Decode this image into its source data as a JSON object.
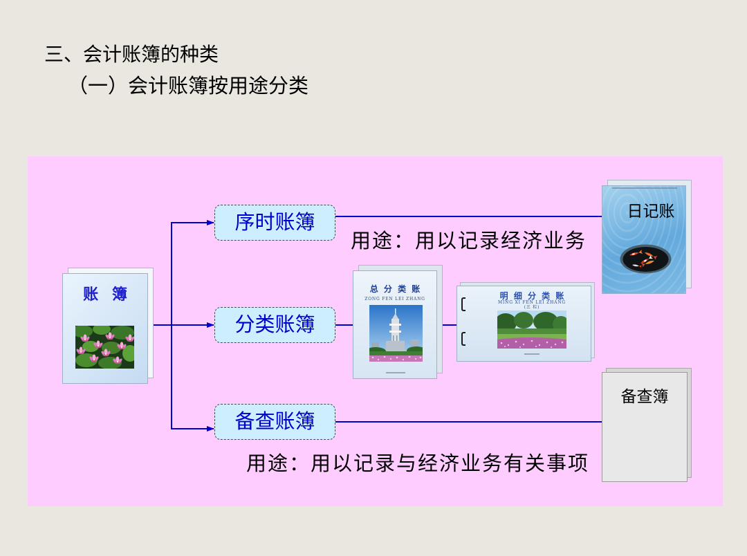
{
  "colors": {
    "background": "#EAE7E0",
    "panel": "#FFCCFF",
    "box_fill": "#CCEEFF",
    "accent_blue": "#0000CC",
    "text": "#000000"
  },
  "slide": {
    "heading": "三、会计账簿的种类",
    "subheading": "（一）会计账簿按用途分类"
  },
  "diagram": {
    "root": {
      "label": "账 簿",
      "image": "lotus-pond-image"
    },
    "chronological": {
      "label": "序时账簿",
      "usage": "用途：用以记录经济业务",
      "book": {
        "label": "日记账",
        "image": "fish-pond-image"
      }
    },
    "classified": {
      "label": "分类账簿",
      "general_ledger": {
        "title": "总 分 类 账",
        "pinyin": "ZONG FEN LEI ZHANG",
        "image": "tower-image"
      },
      "subsidiary_ledger": {
        "title": "明 细 分 类 账",
        "pinyin": "MING XI FEN LEI ZHANG",
        "note": "(三 栏)",
        "image": "garden-image"
      }
    },
    "memorandum": {
      "label": "备查账簿",
      "usage": "用途：用以记录与经济业务有关事项",
      "book": {
        "label": "备查簿"
      }
    }
  }
}
